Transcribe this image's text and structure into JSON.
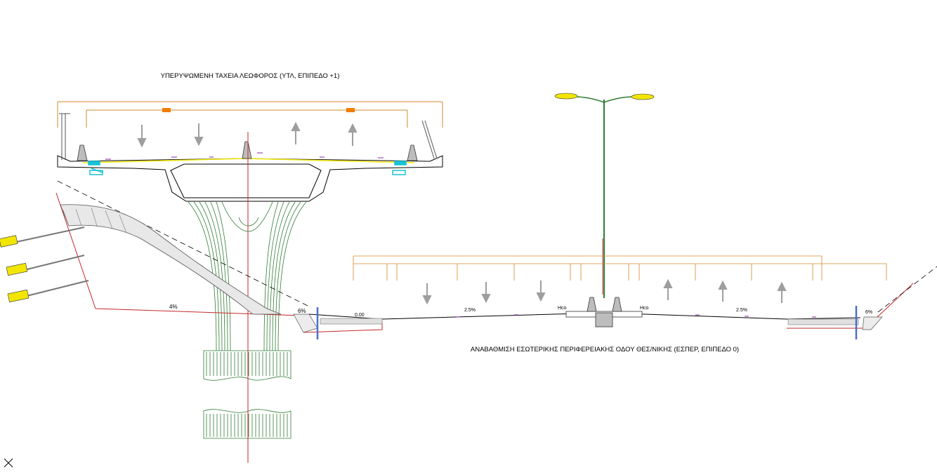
{
  "titles": {
    "upper": "ΥΠΕΡΥΨΩΜΕΝΗ ΤΑΧΕΙΑ ΛΕΩΦΟΡΟΣ (ΥΤΛ, ΕΠΙΠΕΔΟ +1)",
    "lower": "ΑΝΑΒΑΘΜΙΣΗ ΕΣΩΤΕΡΙΚΗΣ ΠΕΡΙΦΕΡΕΙΑΚΗΣ ΟΔΟΥ ΘΕΣ/ΝΙΚΗΣ (ΕΣΠΕΡ, ΕΠΙΠΕΔΟ 0)"
  },
  "labels": {
    "slope_embankment": "4%",
    "slope_left_ditch": "6%",
    "level_zero": "0.00",
    "slope_road_left": "2.5%",
    "slope_road_right": "2.5%",
    "slope_right_ditch": "6%",
    "hlo_left": "Hco",
    "hlo_right": "Hco"
  },
  "colors": {
    "dimension": "#d08a2a",
    "structure": "#2e7d32",
    "axis": "#c62828",
    "guard": "#4a6fd0",
    "lamp": "#f2e600",
    "arrow": "#9e9e9e",
    "marker": "#f07d00",
    "cyan": "#17c3d6"
  },
  "icons": {
    "cursor": "crosshair-x-icon",
    "traffic": "arrow-icon"
  }
}
